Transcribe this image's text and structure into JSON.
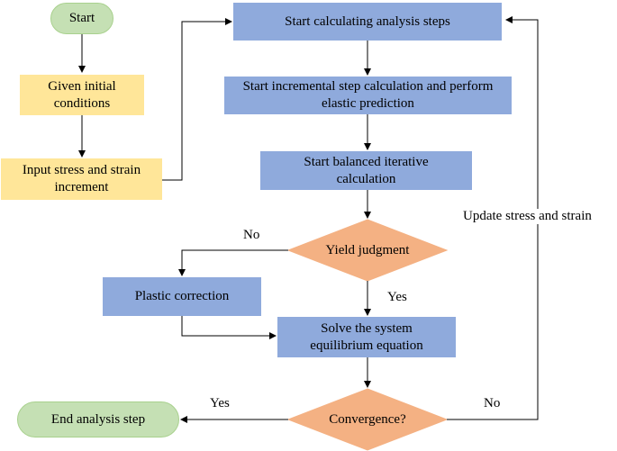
{
  "nodes": {
    "start": "Start",
    "given_initial": "Given initial conditions",
    "input_increment": "Input stress and strain increment",
    "start_analysis": "Start calculating analysis steps",
    "incremental_step": "Start incremental step calculation and perform elastic prediction",
    "balanced_iterative": "Start balanced iterative calculation",
    "yield_judgment": "Yield judgment",
    "plastic_correction": "Plastic correction",
    "solve_equilibrium": "Solve the system equilibrium equation",
    "convergence": "Convergence?",
    "end_step": "End analysis step"
  },
  "edges": {
    "yield_no": "No",
    "yield_yes": "Yes",
    "conv_yes": "Yes",
    "conv_no": "No",
    "update": "Update stress and strain"
  },
  "colors": {
    "process": "#8faadc",
    "input": "#ffe699",
    "terminal": "#c5e0b4",
    "decision": "#f4b183",
    "line": "#000000"
  }
}
